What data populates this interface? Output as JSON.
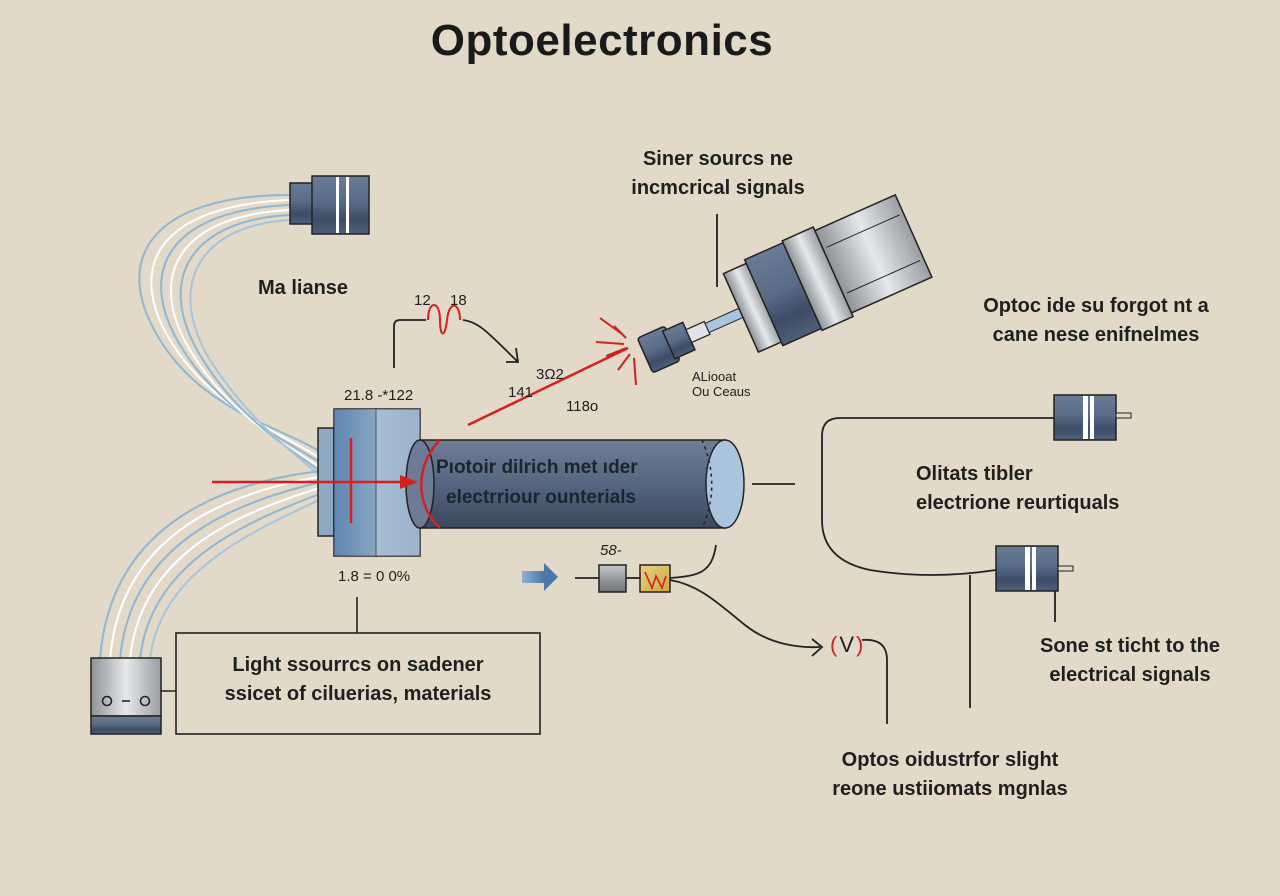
{
  "title": "Optoelectronics",
  "labels": {
    "ma_lianse": "Ma lianse",
    "siner_sources": [
      "Siner sourcs ne",
      "incmcrical signals"
    ],
    "optoc_ide": [
      "Optoc ide su forgot nt a",
      "cane nese enifnelmes"
    ],
    "alioat": [
      "ALiooat",
      "Ou Ceaus"
    ],
    "cylinder_text": [
      "Pıotoir dilrich met ıder",
      "electrriour  ounterials"
    ],
    "light_source_box": [
      "Light ssourrcs on  sadener",
      "ssicet of ciluerias, materials"
    ],
    "olitats": [
      "Olitats tibler",
      "electrione reurtiquals"
    ],
    "sone_st": [
      "Sone st ticht to the",
      "electrical signals"
    ],
    "optos_oidustr": [
      "Optos oidustrfor slight",
      "reone ustiiomats mgnlas"
    ]
  },
  "values": {
    "v12": "12",
    "v18": "18",
    "v302": "3Ω2",
    "v141": "141",
    "v118": "118o",
    "v218": "21.8 -*122",
    "v18pct": "1.8 = 0 0%",
    "v58": "58-"
  },
  "symbols": {
    "coil": "(V)",
    "connector": "o - o"
  },
  "colors": {
    "background": "#e2d9c8",
    "steel_blue": "#4d5f7c",
    "laser_red": "#d42020",
    "fiber_blue": "#8fb6d2",
    "ink": "#1c1c1c"
  }
}
